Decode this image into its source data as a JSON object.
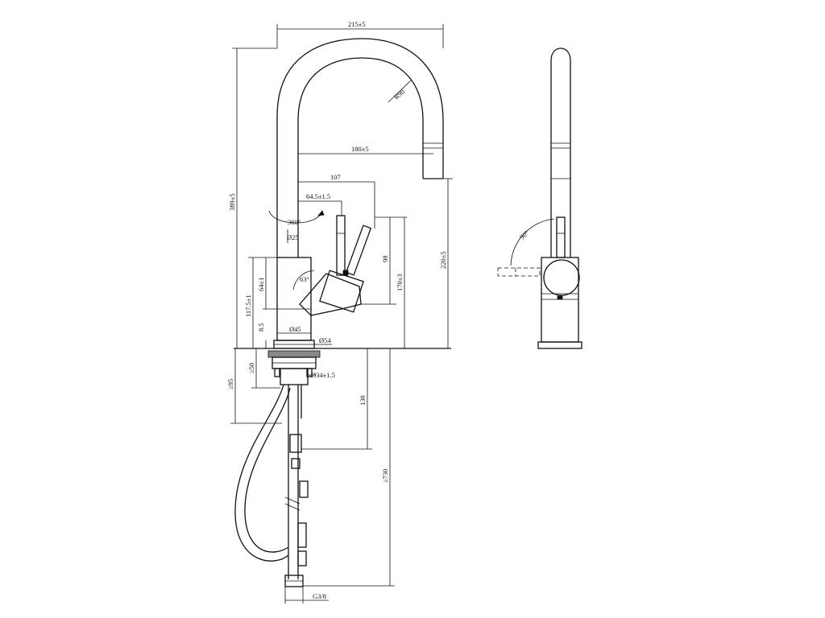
{
  "dimensions": {
    "width_overall": "215±5",
    "radius": "R90",
    "reach_spout": "180±5",
    "lever_offset": "107",
    "lever_center": "64.5±1.5",
    "swivel_angle": "360°",
    "spout_diameter": "Ø25",
    "height_overall": "389±5",
    "spout_height": "220±5",
    "lever_height": "98",
    "lever_top_height": "170±3",
    "body_upper": "64±1",
    "body_height": "117.5±1",
    "base_height": "8.5",
    "lever_angle": "63°",
    "body_diameter": "Ø45",
    "base_diameter": "Ø54",
    "hole_diameter": "Ø34±1.5",
    "max_deck": "≥50",
    "under_deck": "≥95",
    "shank_length": "130",
    "hose_length": "≥730",
    "thread": "G3/8",
    "side_angle": "90°"
  }
}
